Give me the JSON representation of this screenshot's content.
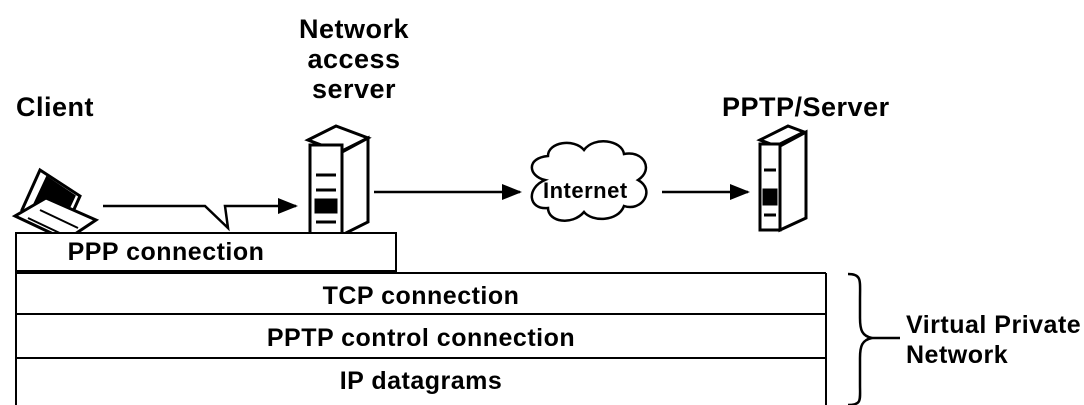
{
  "labels": {
    "client": "Client",
    "nas": [
      "Network",
      "access",
      "server"
    ],
    "pptp_server": "PPTP/Server",
    "internet": "Internet",
    "vpn": [
      "Virtual Private",
      "Network"
    ]
  },
  "connections": {
    "ppp": "PPP connection",
    "tcp": "TCP connection",
    "pptp_control": "PPTP control connection",
    "ip": "IP datagrams"
  }
}
